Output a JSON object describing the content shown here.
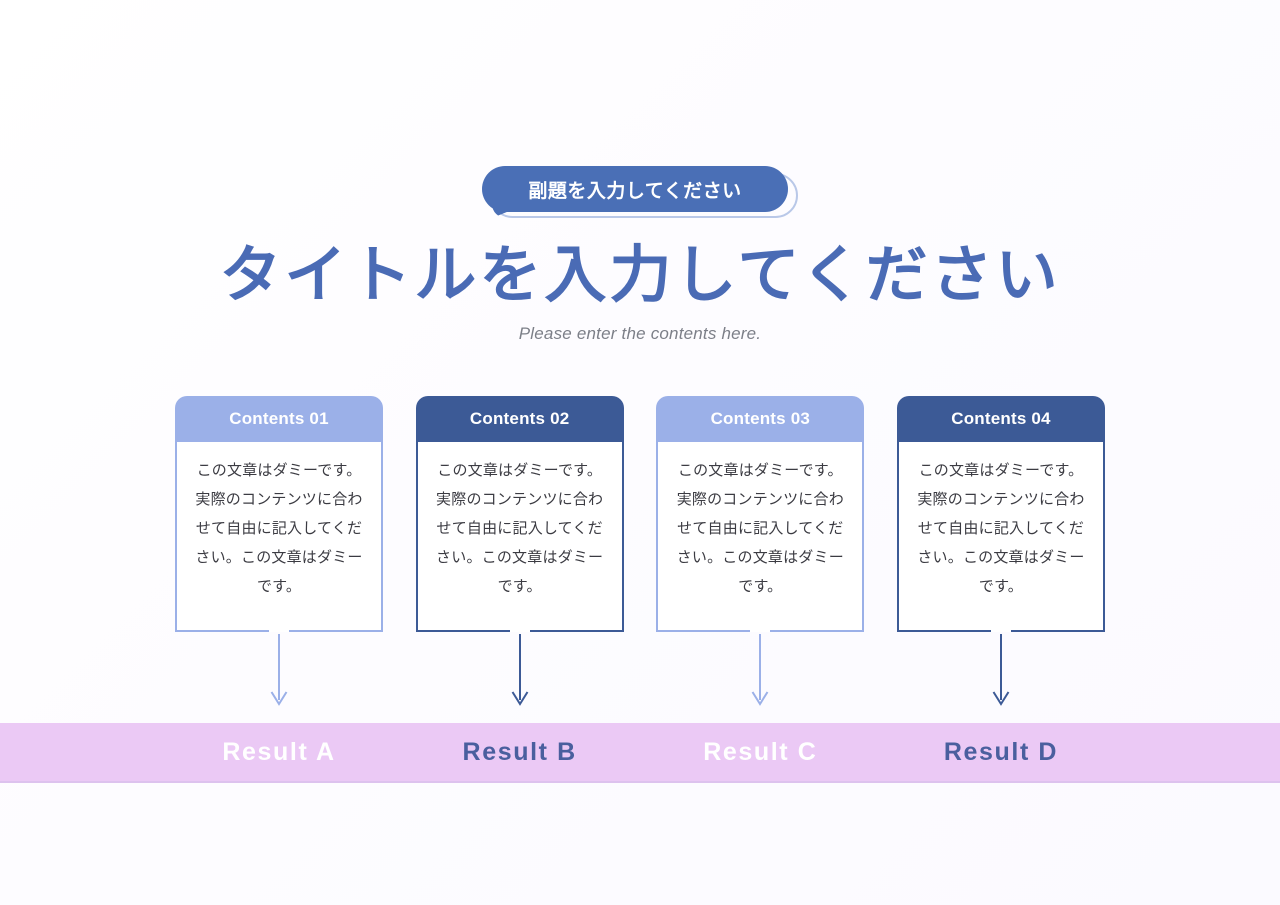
{
  "slide": {
    "background_color": "#ffffff",
    "subtitle_pill": {
      "text": "副題を入力してください",
      "fill_color": "#4a6fb6",
      "text_color": "#ffffff"
    },
    "title": {
      "text": "タイトルを入力してください",
      "color": "#4a6bb5"
    },
    "subtitle_en": {
      "text": "Please enter the contents here.",
      "color": "#7c7f88"
    }
  },
  "cards": [
    {
      "header_label": "Contents 01",
      "header_color": "#9bb0e8",
      "border_color": "#9bb0e8",
      "arrow_color": "#9bb0e8",
      "body_text": "この文章はダミーです。実際のコンテンツに合わせて自由に記入してください。この文章はダミーです。"
    },
    {
      "header_label": "Contents 02",
      "header_color": "#3c5a96",
      "border_color": "#3c5a96",
      "arrow_color": "#3c5a96",
      "body_text": "この文章はダミーです。実際のコンテンツに合わせて自由に記入してください。この文章はダミーです。"
    },
    {
      "header_label": "Contents 03",
      "header_color": "#9bb0e8",
      "border_color": "#9bb0e8",
      "arrow_color": "#9bb0e8",
      "body_text": "この文章はダミーです。実際のコンテンツに合わせて自由に記入してください。この文章はダミーです。"
    },
    {
      "header_label": "Contents 04",
      "header_color": "#3c5a96",
      "border_color": "#3c5a96",
      "arrow_color": "#3c5a96",
      "body_text": "この文章はダミーです。実際のコンテンツに合わせて自由に記入してください。この文章はダミーです。"
    }
  ],
  "results_band": {
    "background_color": "#ebc9f5",
    "items": [
      {
        "label": "Result A",
        "color": "#ffffff"
      },
      {
        "label": "Result B",
        "color": "#4a5f9e"
      },
      {
        "label": "Result C",
        "color": "#ffffff"
      },
      {
        "label": "Result D",
        "color": "#4a5f9e"
      }
    ]
  }
}
